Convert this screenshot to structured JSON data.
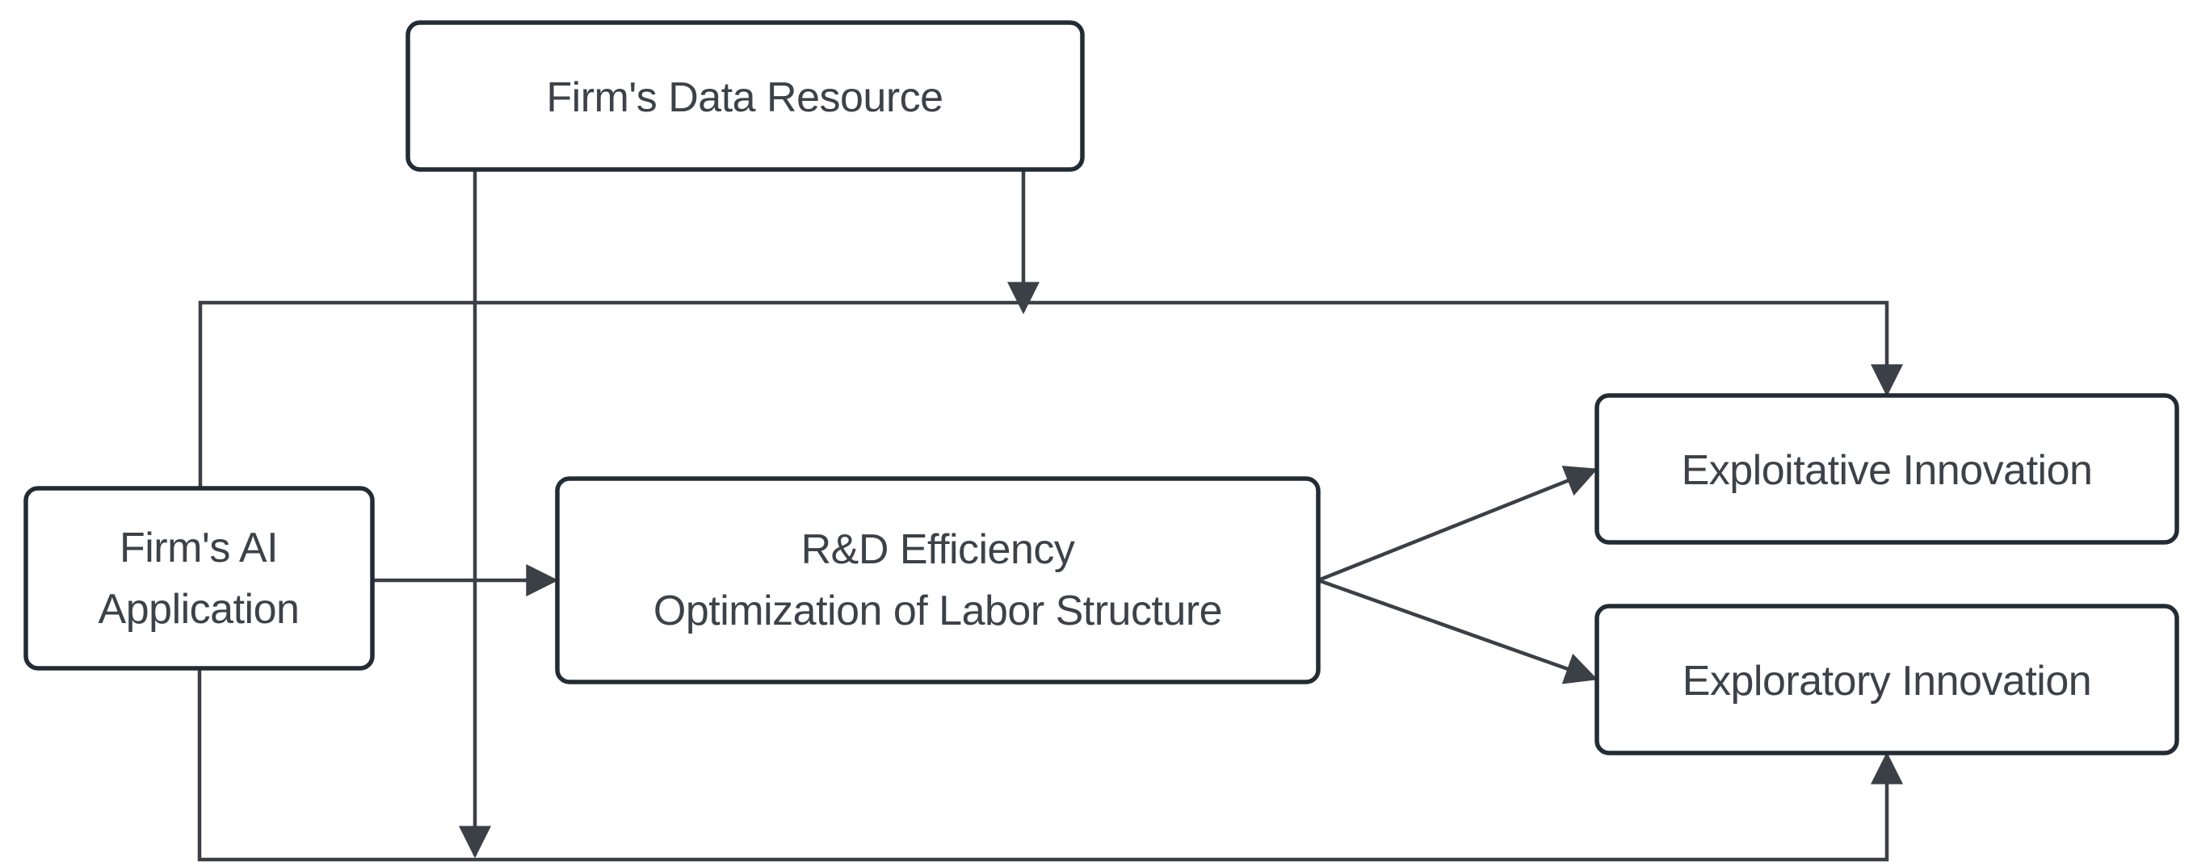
{
  "diagram": {
    "type": "flow-diagram",
    "nodes": {
      "data_resource": {
        "label": "Firm's Data Resource"
      },
      "ai_application": {
        "line1": "Firm's AI",
        "line2": "Application"
      },
      "rd_efficiency": {
        "line1": "R&D Efficiency",
        "line2": "Optimization of Labor Structure"
      },
      "exploitative": {
        "label": "Exploitative Innovation"
      },
      "exploratory": {
        "label": "Exploratory Innovation"
      }
    },
    "edges": [
      {
        "from": "Firm's AI Application",
        "to": "R&D Efficiency Optimization of Labor Structure",
        "style": "direct-arrow"
      },
      {
        "from": "R&D Efficiency Optimization of Labor Structure",
        "to": "Exploitative Innovation",
        "style": "diagonal-arrow"
      },
      {
        "from": "R&D Efficiency Optimization of Labor Structure",
        "to": "Exploratory Innovation",
        "style": "diagonal-arrow"
      },
      {
        "from": "Firm's AI Application",
        "to": "Exploitative Innovation",
        "style": "orthogonal-top-path"
      },
      {
        "from": "Firm's AI Application",
        "to": "Exploratory Innovation",
        "style": "orthogonal-bottom-path"
      },
      {
        "from": "Firm's Data Resource",
        "to": "path: AI Application → Exploitative Innovation",
        "style": "moderation-arrow"
      },
      {
        "from": "Firm's Data Resource",
        "to": "path: AI Application → Exploratory Innovation",
        "style": "moderation-arrow"
      }
    ],
    "colors": {
      "background": "#ffffff",
      "node_fill": "#ffffff",
      "node_border": "#232b34",
      "connector": "#3b4046",
      "text": "#3c4248"
    }
  }
}
